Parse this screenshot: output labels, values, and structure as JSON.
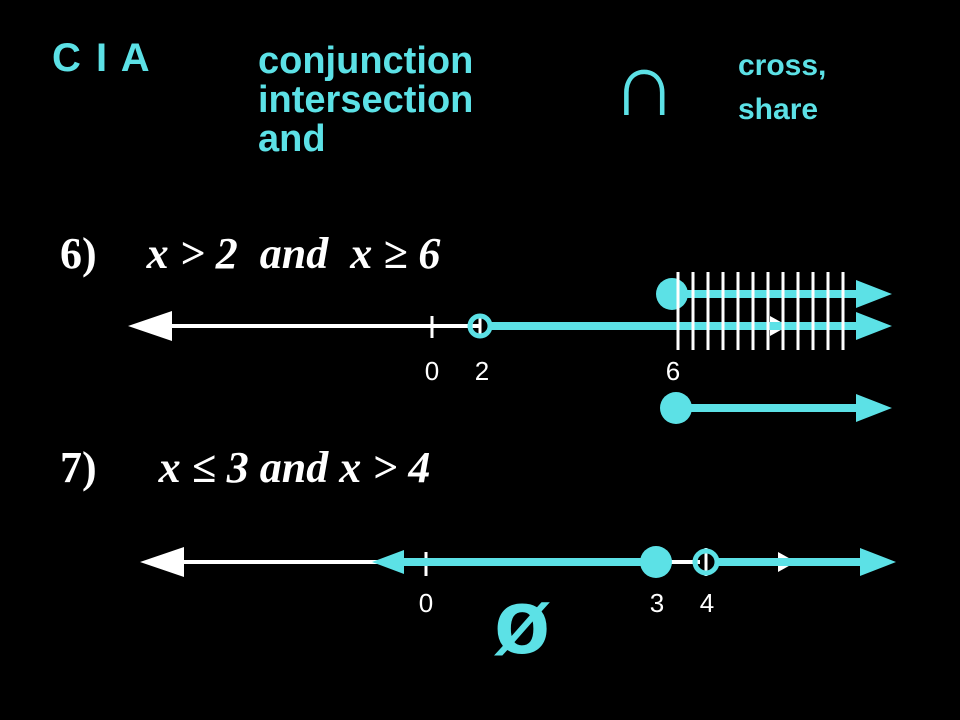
{
  "header": {
    "acronym": "C I A",
    "terms": [
      "conjunction",
      "intersection",
      "and"
    ],
    "symbol": "∩",
    "symbol_meaning": [
      "cross,",
      "share"
    ]
  },
  "problems": [
    {
      "label": "6)",
      "statement": "x > 2  and  x ≥ 6",
      "tick_labels": [
        "0",
        "2",
        "6"
      ],
      "endpoints": [
        {
          "value": 2,
          "type": "open"
        },
        {
          "value": 6,
          "type": "closed"
        }
      ],
      "solution_ray_start": 6
    },
    {
      "label": "7)",
      "statement": "x ≤ 3 and x > 4",
      "tick_labels": [
        "0",
        "3",
        "4"
      ],
      "endpoints": [
        {
          "value": 3,
          "type": "closed"
        },
        {
          "value": 4,
          "type": "open"
        }
      ],
      "solution_symbol": "ø"
    }
  ],
  "colors": {
    "accent": "#5ce1e6",
    "background": "#000000",
    "line": "#ffffff"
  }
}
